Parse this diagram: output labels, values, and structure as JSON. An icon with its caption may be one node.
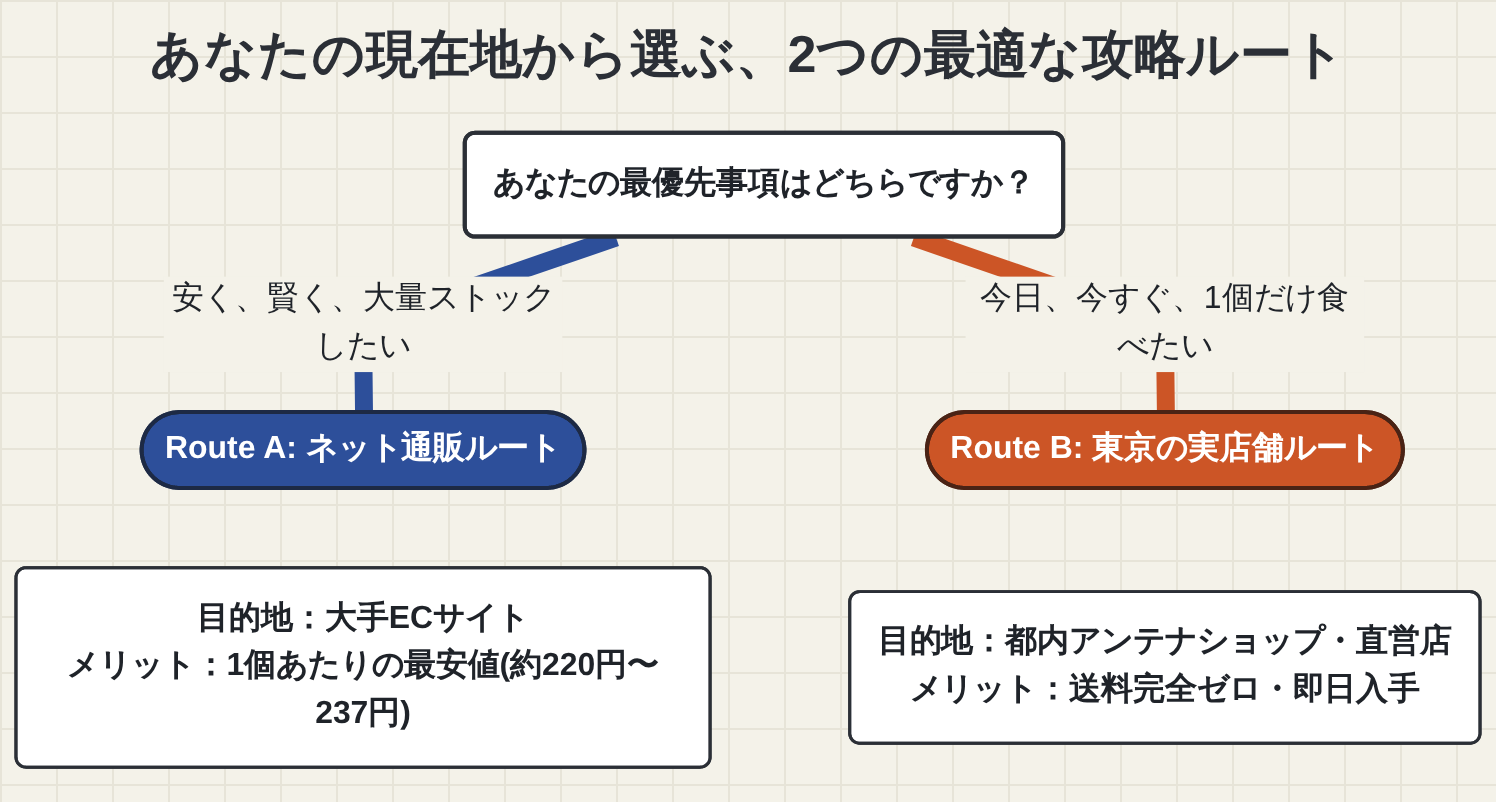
{
  "diagram": {
    "title": "あなたの現在地から選ぶ、2つの最適な攻略ルート",
    "nodes": [
      {
        "text": [
          "あなたの最優先事項はどちらですか？"
        ]
      },
      {
        "text": [
          "Route A: ネット通販ルート"
        ]
      },
      {
        "text": [
          "Route B: 東京の実店舗ルート"
        ]
      },
      {
        "text": [
          "目的地：大手ECサイト",
          "メリット：1個あたりの最安値(約220円〜237円)"
        ]
      },
      {
        "text": [
          "目的地：都内アンテナショップ・直営店",
          "メリット：送料完全ゼロ・即日入手"
        ]
      }
    ],
    "edges": [
      {
        "from": 0,
        "to": 1,
        "arrow": "none",
        "label": "安く、賢く、大量ストックしたい",
        "color": "#2d4f9a"
      },
      {
        "from": 0,
        "to": 2,
        "arrow": "none",
        "label": "今日、今すぐ、1個だけ食べたい",
        "color": "#cc5526"
      }
    ]
  }
}
